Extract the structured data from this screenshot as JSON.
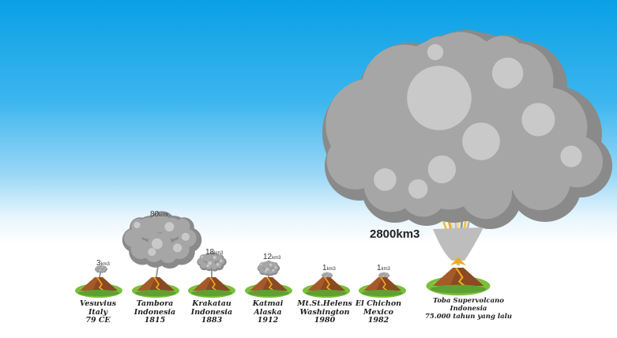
{
  "eruptions": [
    {
      "name": "Vesuvius",
      "place": "Italy",
      "year": "79 CE",
      "volume": "3",
      "unit": "km3"
    },
    {
      "name": "Tambora",
      "place": "Indonesia",
      "year": "1815",
      "volume": "80",
      "unit": "km3"
    },
    {
      "name": "Krakatau",
      "place": "Indonesia",
      "year": "1883",
      "volume": "18",
      "unit": "km3"
    },
    {
      "name": "Katmai",
      "place": "Alaska",
      "year": "1912",
      "volume": "12",
      "unit": "km3"
    },
    {
      "name": "Mt.St.Helens",
      "place": "Washington",
      "year": "1980",
      "volume": "1",
      "unit": "km3"
    },
    {
      "name": "El Chichon",
      "place": "Mexico",
      "year": "1982",
      "volume": "1",
      "unit": "km3"
    }
  ],
  "toba": {
    "name": "Toba Supervolcano",
    "place": "Indonesia",
    "year": "75.000 tahun yang lalu",
    "volume_label": "2800km3"
  },
  "colors": {
    "sky_top": "#0aa0e6",
    "cloud_dark": "#8a8a8a",
    "cloud_mid": "#a6a6a6",
    "cloud_light": "#c9c9c9",
    "ground_green": "#7bbf3a",
    "mountain_brown": "#8a4a22",
    "lava": "#f2a81c"
  }
}
